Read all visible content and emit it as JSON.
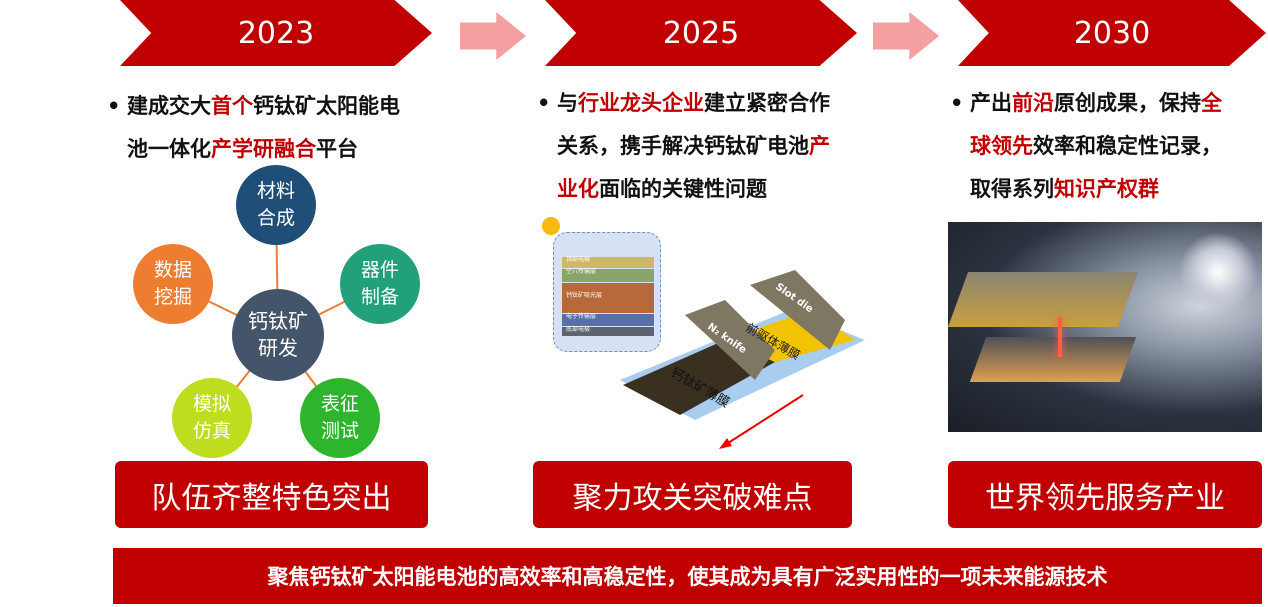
{
  "timeline": [
    {
      "year": "2023"
    },
    {
      "year": "2025"
    },
    {
      "year": "2030"
    }
  ],
  "col1": {
    "l1a": "建成交大",
    "l1b": "首个",
    "l1c": "钙钛矿太阳能电",
    "l2a": "池一体化",
    "l2b": "产学研融合",
    "l2c": "平台",
    "button": "队伍齐整特色突出"
  },
  "col2": {
    "l1a": "与",
    "l1b": "行业龙头企业",
    "l1c": "建立紧密合作",
    "l2": "关系，携手解决钙钛矿电池",
    "l2b": "产",
    "l3a": "业化",
    "l3b": "面临的关键性问题",
    "button": "聚力攻关突破难点"
  },
  "col3": {
    "l1a": "产出",
    "l1b": "前沿",
    "l1c": "原创成果，保持",
    "l1d": "全",
    "l2a": "球领先",
    "l2b": "效率和稳定性记录，",
    "l3a": "取得系列",
    "l3b": "知识产权群",
    "button": "世界领先服务产业"
  },
  "diagram": {
    "center": [
      "钙钛矿",
      "研发"
    ],
    "nodes": [
      {
        "l1": "材料",
        "l2": "合成",
        "color": "#1F4E79"
      },
      {
        "l1": "器件",
        "l2": "制备",
        "color": "#21A07A"
      },
      {
        "l1": "表征",
        "l2": "测试",
        "color": "#2DB52D"
      },
      {
        "l1": "模拟",
        "l2": "仿真",
        "color": "#BFDC1E"
      },
      {
        "l1": "数据",
        "l2": "挖掘",
        "color": "#ED7D31"
      }
    ]
  },
  "device": {
    "layers": [
      "顶部电极",
      "空穴传输层",
      "钙钛矿吸光层",
      "电子传输层",
      "底部电极"
    ],
    "slot_die": "Slot die",
    "n2_knife": "N₂ knife",
    "precursor": "前驱体薄膜",
    "perovskite": "钙钛矿薄膜"
  },
  "footer": "聚焦钙钛矿太阳能电池的高效率和高稳定性，使其成为具有广泛实用性的一项未来能源技术",
  "colors": {
    "accent": "#C00000",
    "arrow": "#F4A0A0"
  }
}
